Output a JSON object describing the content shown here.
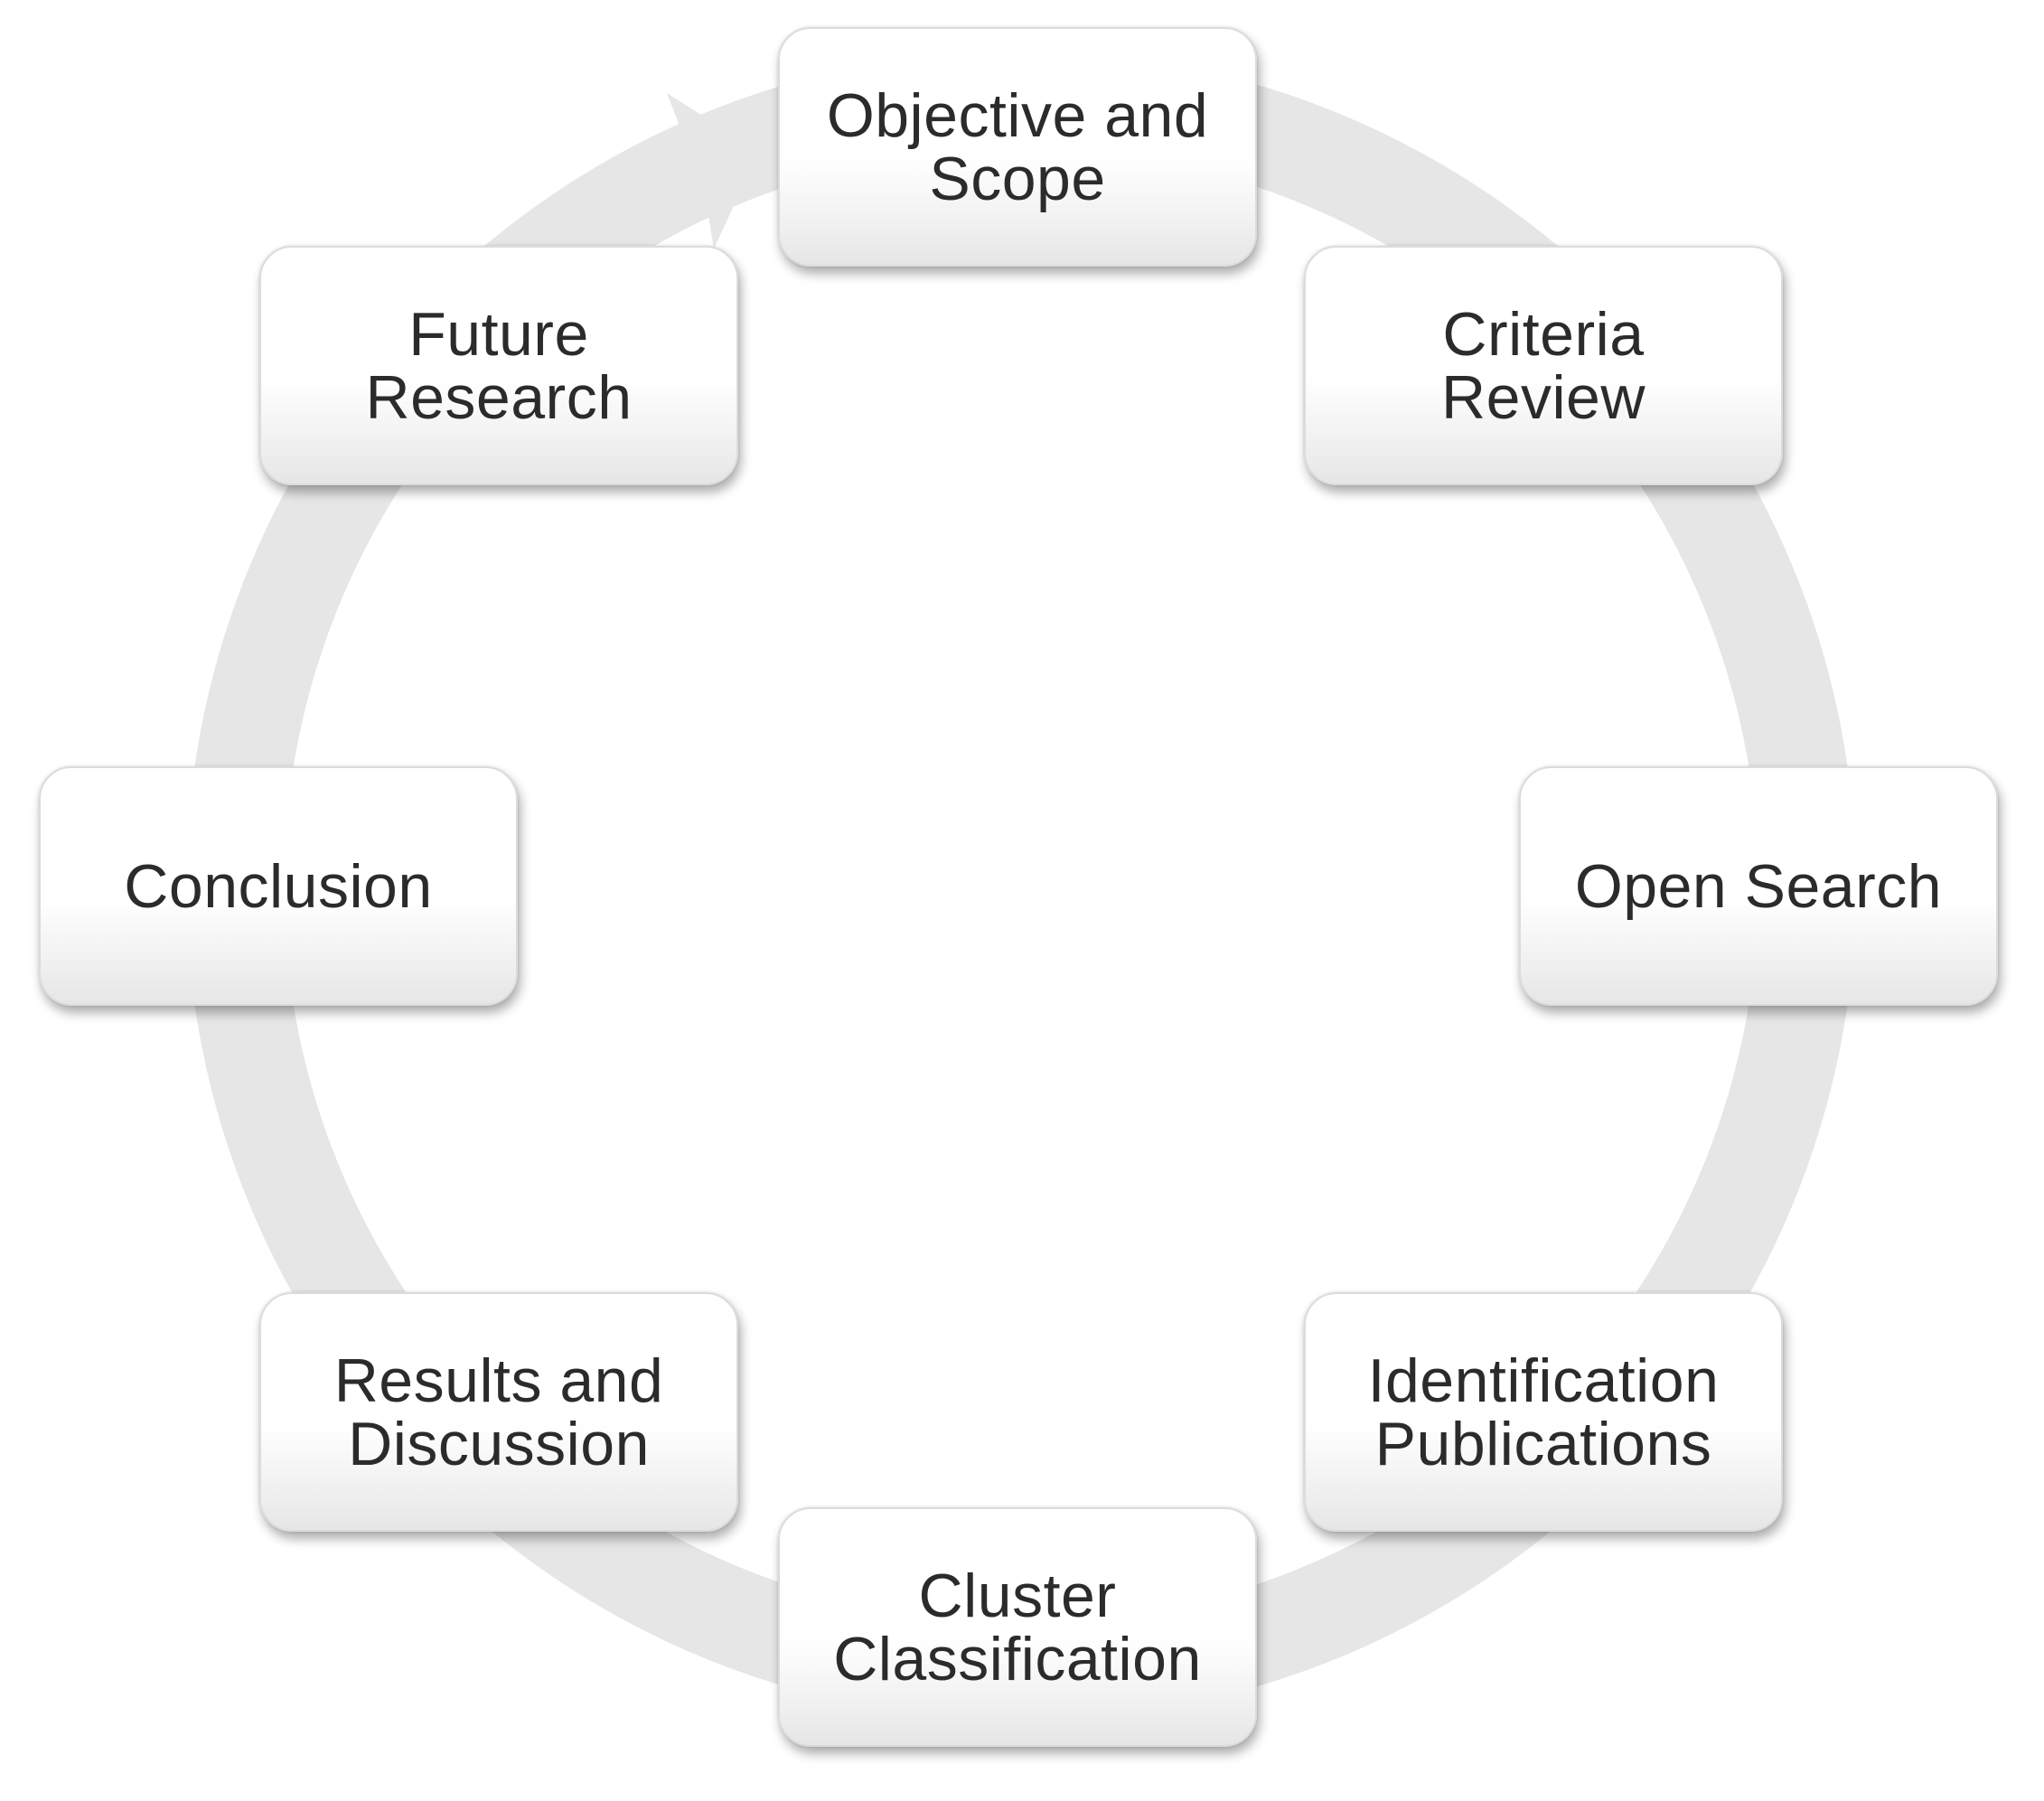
{
  "diagram": {
    "steps": [
      {
        "label": "Objective and\nScope"
      },
      {
        "label": "Criteria Review"
      },
      {
        "label": "Open Search"
      },
      {
        "label": "Identification\nPublications"
      },
      {
        "label": "Cluster\nClassification"
      },
      {
        "label": "Results and\nDiscussion"
      },
      {
        "label": "Conclusion"
      },
      {
        "label": "Future\nResearch"
      }
    ],
    "ring_color": "#e6e6e6"
  }
}
